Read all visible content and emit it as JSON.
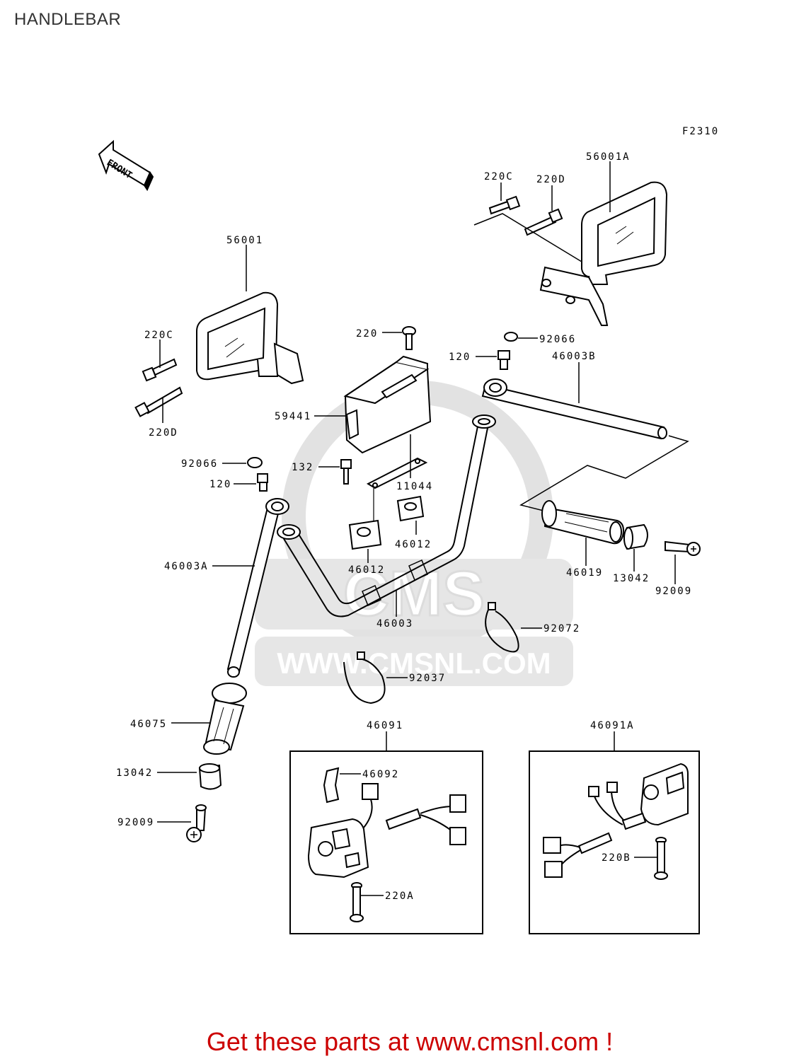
{
  "header": {
    "title": "HANDLEBAR"
  },
  "diagram": {
    "figure_code": "F2310",
    "direction_label": "FRONT",
    "watermark": {
      "text": "WWW.CMSNL.COM",
      "logo_text": "CMS"
    },
    "parts": {
      "p56001a": "56001A",
      "p220c_r": "220C",
      "p220d_r": "220D",
      "p56001": "56001",
      "p220c_l": "220C",
      "p220d_l": "220D",
      "p220": "220",
      "p92066_r": "92066",
      "p120_r": "120",
      "p46003b": "46003B",
      "p59441": "59441",
      "p92066_l": "92066",
      "p132": "132",
      "p11044": "11044",
      "p120_l": "120",
      "p46003a": "46003A",
      "p46012_r": "46012",
      "p46012_l": "46012",
      "p46003": "46003",
      "p46019": "46019",
      "p13042_r": "13042",
      "p92009_r": "92009",
      "p92072": "92072",
      "p92037": "92037",
      "p46075": "46075",
      "p13042_l": "13042",
      "p92009_l": "92009",
      "p46091": "46091",
      "p46092": "46092",
      "p220a": "220A",
      "p46091a": "46091A",
      "p220b": "220B"
    }
  },
  "footer": {
    "text": "Get these parts at www.cmsnl.com !"
  },
  "colors": {
    "footer": "#cc0000",
    "title": "#333333",
    "watermark": "#d8d8d8",
    "ink": "#000000"
  }
}
